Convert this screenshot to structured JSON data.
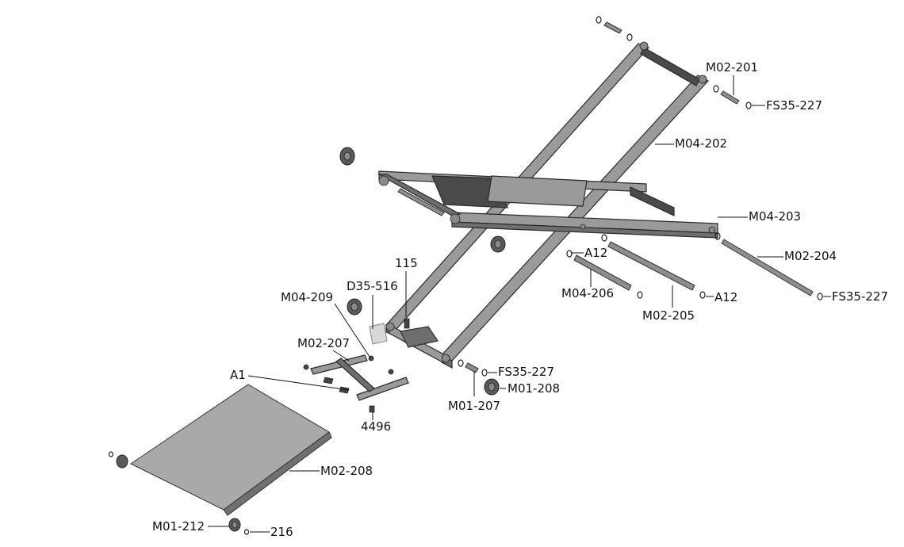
{
  "labels": {
    "m02_201": "M02-201",
    "fs35_227_top": "FS35-227",
    "m04_202": "M04-202",
    "m04_203": "M04-203",
    "m02_204": "M02-204",
    "a12_upper": "A12",
    "a12_lower": "A12",
    "m04_206": "M04-206",
    "m02_205": "M02-205",
    "fs35_227_right": "FS35-227",
    "p115": "115",
    "d35_516": "D35-516",
    "m04_209": "M04-209",
    "m02_207": "M02-207",
    "a1": "A1",
    "fs35_227_mid": "FS35-227",
    "m01_208": "M01-208",
    "m01_207": "M01-207",
    "p4496": "4496",
    "m02_208": "M02-208",
    "m01_212": "M01-212",
    "p216": "216"
  },
  "colors": {
    "metal_light": "#9a9a9a",
    "metal_mid": "#6e6e6e",
    "metal_dark": "#4a4a4a",
    "outline": "#222222",
    "text": "#111111"
  }
}
